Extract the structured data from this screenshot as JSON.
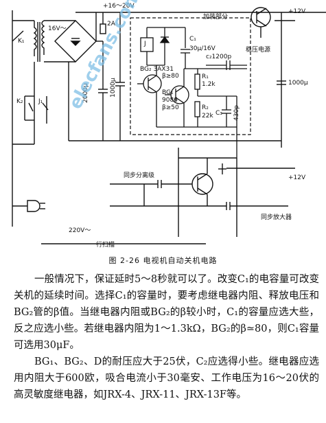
{
  "figure": {
    "caption": "图 2-26  电视机自动关机电路",
    "labels": {
      "top_supply": "+16～20V",
      "top_right_supply": "+12V",
      "mid_right_supply": "+12V",
      "box_title": "加装部分",
      "regulator": "稳压电源",
      "transformer_out": "16V～",
      "fuse": "2A",
      "cap_left": "2000μ",
      "cap_left2": "1000μ",
      "cap_right": "1000μ",
      "c1": "C₁",
      "c1_val": "30μ/16V",
      "c2_val": "c₂1200p",
      "relay_j": "J",
      "bg2": "BG₂ 3AX31",
      "bg2_beta": "β≥80",
      "bg1": "BG₁",
      "bg1_type": "9086",
      "bg1_beta": "β≥50",
      "r1": "R₁",
      "r1_val": "1.2k",
      "r2": "R₂",
      "r2_val": "22k",
      "c3": "C₃",
      "c3_val": "430p",
      "k1": "K₁",
      "k2": "K₂",
      "j1": "J₁",
      "sync_sep": "同步分离级",
      "sync_amp": "同步放大器",
      "mains": "220V～",
      "line_scan": "行扫描",
      "watermark": "elecfans.com"
    }
  },
  "body": {
    "paragraph1": "一般情况下，保证延时5～8秒就可以了。改变C₁的电容量可改变关机的延续时间。选择C₁的容量时，要考虑继电器内阻、释放电压和BG₂管的β值。当继电器内阻或BG₂的β较小时，C₁的容量应选大些，反之应选小些。若继电器内阻为1～1.3kΩ，BG₂的β≃80，则C₁容量可选用30μF。",
    "paragraph2": "BG₁、BG₂、D的耐压应大于25伏，C₂应选得小些。继电器应选用内阻大于600欧，吸合电流小于30毫安、工作电压为16～20伏的高灵敏度继电器，如JRX-4、JRX-11、JRX-13F等。"
  }
}
